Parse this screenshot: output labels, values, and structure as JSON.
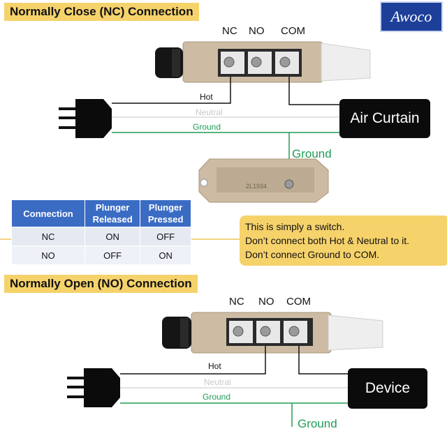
{
  "logo": {
    "text": "Awoco"
  },
  "nc_section": {
    "title": "Normally Close (NC) Connection",
    "terminals": [
      "NC",
      "NO",
      "COM"
    ],
    "wires": {
      "hot": "Hot",
      "neutral": "Neutral",
      "ground": "Ground"
    },
    "device": "Air Curtain",
    "ground_label": "Ground",
    "box_marking": "2L1934"
  },
  "table": {
    "headers": [
      "Connection",
      "Plunger Released",
      "Plunger Pressed"
    ],
    "rows": [
      [
        "NC",
        "ON",
        "OFF"
      ],
      [
        "NO",
        "OFF",
        "ON"
      ]
    ]
  },
  "note": {
    "lines": [
      "This is simply a switch.",
      "Don’t connect both Hot & Neutral to it.",
      "Don’t connect Ground to COM."
    ]
  },
  "no_section": {
    "title": "Normally Open (NO) Connection",
    "terminals": [
      "NC",
      "NO",
      "COM"
    ],
    "wires": {
      "hot": "Hot",
      "neutral": "Neutral",
      "ground": "Ground"
    },
    "device": "Device",
    "ground_label": "Ground"
  },
  "colors": {
    "title_bg": "#f6d26b",
    "ground_wire": "#1f9d55",
    "table_header": "#3b6cc4",
    "logo_bg": "#1d3f9a"
  }
}
